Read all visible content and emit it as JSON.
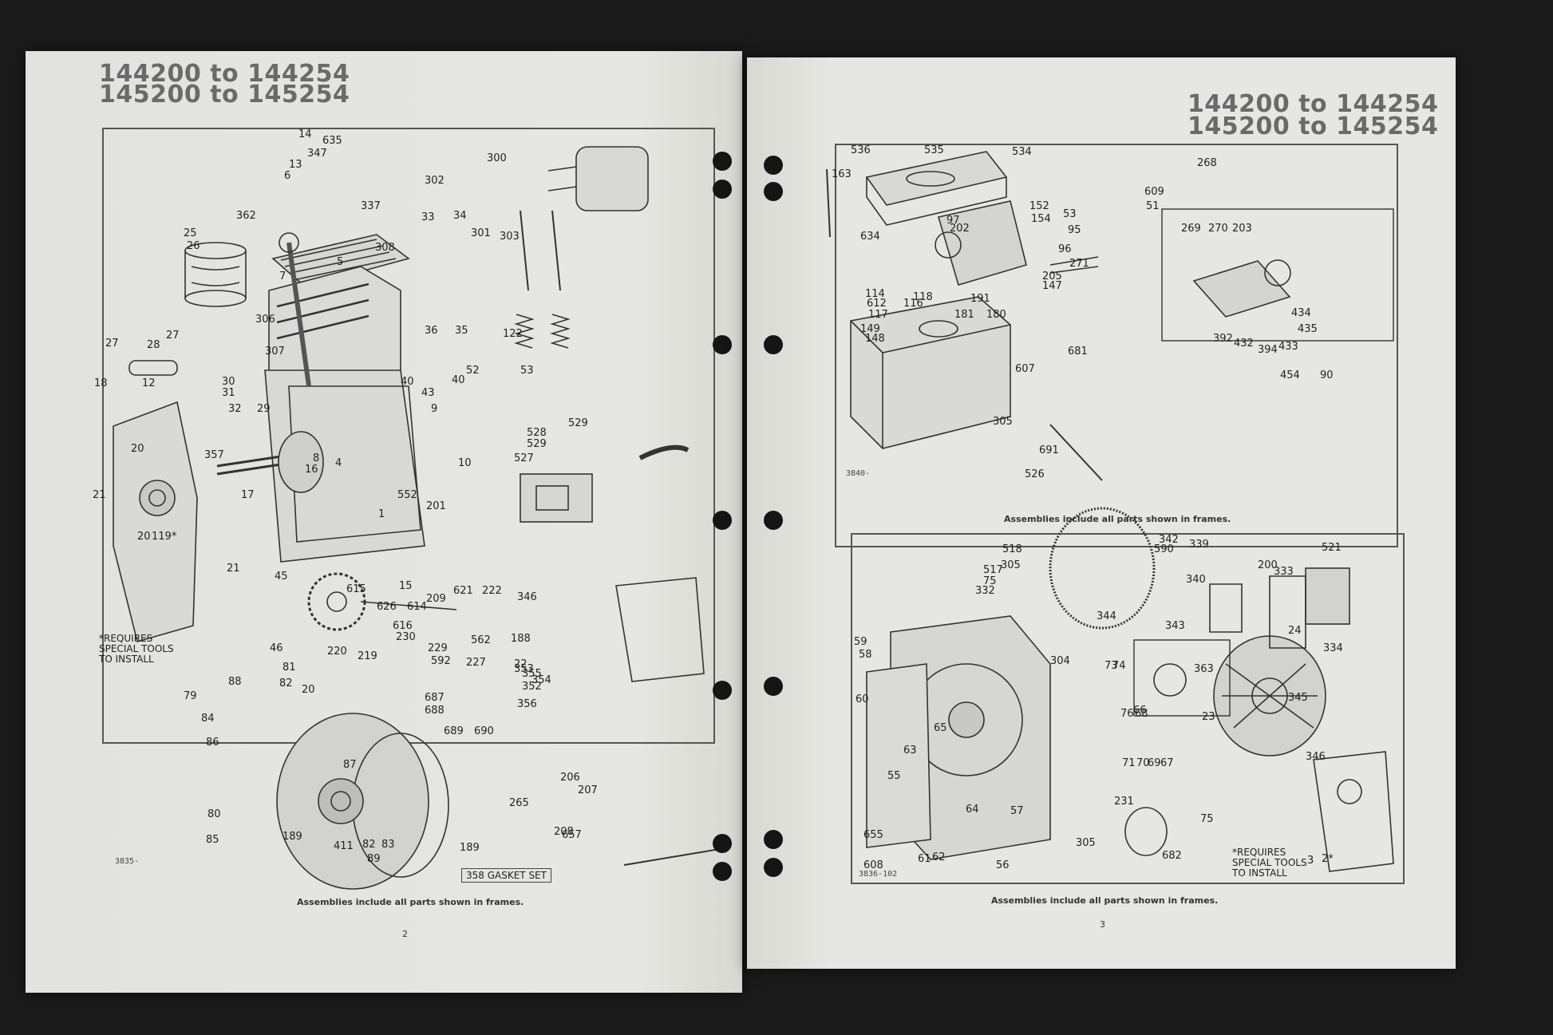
{
  "left_page": {
    "header": [
      "144200 to 144254",
      "145200 to 145254"
    ],
    "figure_id": "3835-",
    "note": "*REQUIRES\nSPECIAL TOOLS\nTO INSTALL",
    "gasket_set": "358 GASKET SET",
    "caption": "Assemblies include all parts shown in frames.",
    "page_number": "2",
    "part_numbers": [
      "14",
      "635",
      "337",
      "347",
      "13",
      "6",
      "362",
      "25",
      "26",
      "27",
      "27",
      "28",
      "30",
      "31",
      "32",
      "29",
      "7",
      "5",
      "308",
      "306",
      "307",
      "300",
      "302",
      "301",
      "303",
      "33",
      "34",
      "36",
      "35",
      "40",
      "40",
      "43",
      "9",
      "122",
      "52",
      "53",
      "18",
      "12",
      "20",
      "21",
      "20",
      "119*",
      "21",
      "357",
      "17",
      "16",
      "4",
      "552",
      "1",
      "8",
      "10",
      "528",
      "529",
      "529",
      "527",
      "201",
      "209",
      "15",
      "45",
      "46",
      "615",
      "626",
      "614",
      "616",
      "230",
      "220",
      "219",
      "229",
      "592",
      "562",
      "227",
      "222",
      "621",
      "346",
      "188",
      "22",
      "353",
      "355",
      "352",
      "354",
      "356",
      "687",
      "688",
      "689",
      "690",
      "206",
      "207",
      "208",
      "265",
      "657",
      "81",
      "82",
      "88",
      "20",
      "79",
      "84",
      "86",
      "87",
      "80",
      "85",
      "189",
      "83",
      "411",
      "82",
      "189",
      "89"
    ]
  },
  "right_page": {
    "header": [
      "144200 to 144254",
      "145200 to 145254"
    ],
    "top_figure": {
      "figure_id": "3840-",
      "caption": "Assemblies include all parts shown in frames.",
      "part_numbers": [
        "536",
        "535",
        "534",
        "163",
        "634",
        "97",
        "152",
        "154",
        "202",
        "609",
        "51",
        "53",
        "95",
        "96",
        "271",
        "268",
        "269",
        "270",
        "203",
        "205",
        "147",
        "114",
        "612",
        "117",
        "116",
        "149",
        "148",
        "118",
        "681",
        "191",
        "181",
        "180",
        "607",
        "305",
        "691",
        "526",
        "392",
        "432",
        "394",
        "433",
        "434",
        "435",
        "454",
        "90"
      ]
    },
    "bottom_figure": {
      "figure_id": "3836-102",
      "caption": "Assemblies include all parts shown in frames.",
      "note": "*REQUIRES\nSPECIAL TOOLS\nTO INSTALL",
      "part_numbers": [
        "518",
        "305",
        "342",
        "590",
        "339",
        "340",
        "517",
        "75",
        "332",
        "200",
        "333",
        "521",
        "344",
        "343",
        "24",
        "334",
        "363",
        "74",
        "59",
        "58",
        "60",
        "304",
        "73",
        "65",
        "76",
        "68",
        "66",
        "23",
        "345",
        "63",
        "71",
        "70",
        "69",
        "67",
        "55",
        "346",
        "231",
        "57",
        "64",
        "75",
        "56",
        "682",
        "655",
        "608",
        "61",
        "62",
        "305",
        "3",
        "2*"
      ]
    },
    "page_number": "3"
  }
}
